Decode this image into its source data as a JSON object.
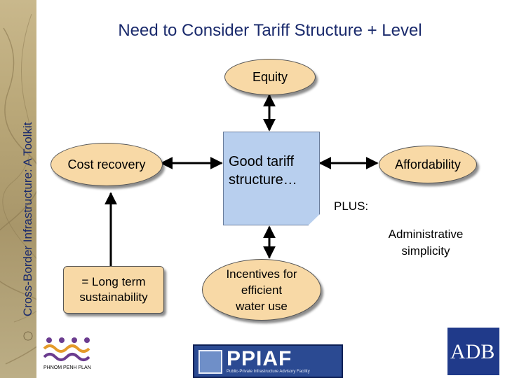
{
  "header": {
    "title": "Need to Consider Tariff Structure + Level",
    "sidebar_title": "Cross-Border Infrastructure: A Toolkit"
  },
  "diagram": {
    "equity": "Equity",
    "cost_recovery": "Cost recovery",
    "center_line1": "Good tariff",
    "center_line2": "structure…",
    "affordability": "Affordability",
    "plus": "PLUS:",
    "admin_line1": "Administrative",
    "admin_line2": "simplicity",
    "sustain_line1": "= Long term",
    "sustain_line2": "sustainability",
    "incentives_line1": "Incentives for",
    "incentives_line2": "efficient",
    "incentives_line3": "water use"
  },
  "logos": {
    "ppp_caption": "PHNOM PENH PLAN",
    "ppiaf": "PPIAF",
    "ppiaf_subtitle": "Public-Private Infrastructure Advisory Facility",
    "adb": "ADB"
  },
  "colors": {
    "title": "#1a2a6c",
    "ellipse_fill": "#f8d9a6",
    "center_box": "#b8cfee",
    "ppiaf": "#2b4a92",
    "adb": "#203a8a"
  }
}
